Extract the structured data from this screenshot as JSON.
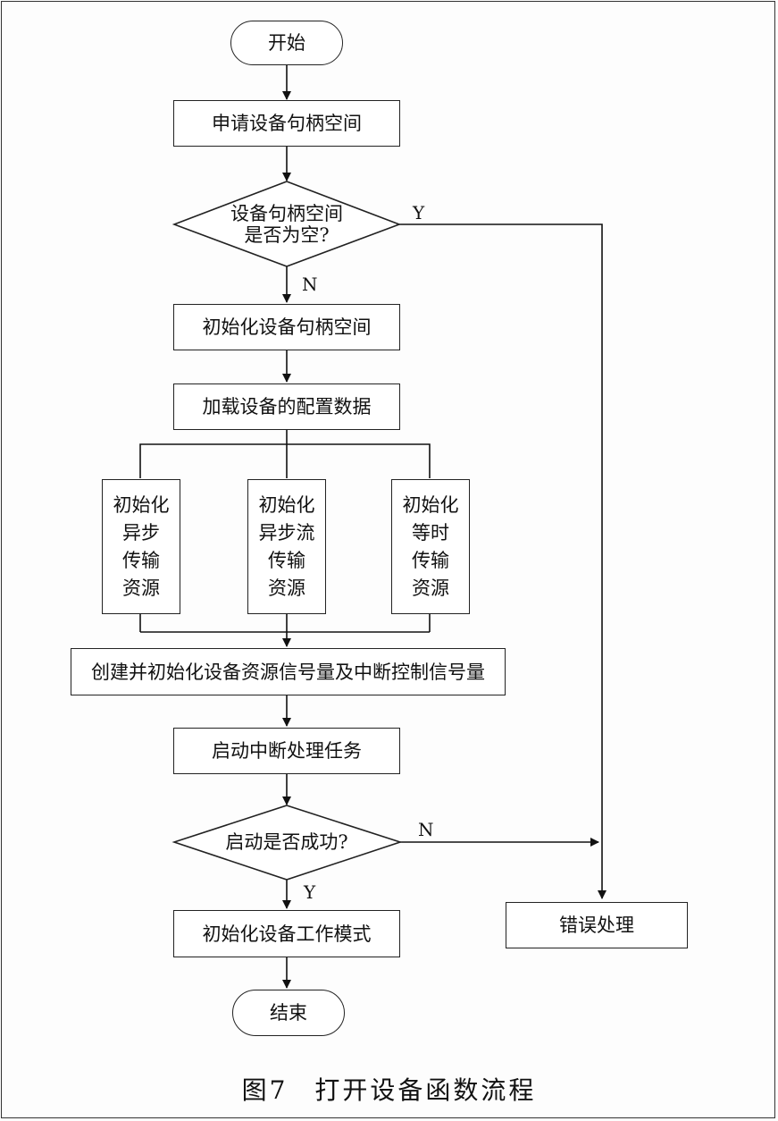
{
  "flow": {
    "start": "开始",
    "apply_handle": "申请设备句柄空间",
    "decision_handle": [
      "设备句柄空间",
      "是否为空?"
    ],
    "label_y1": "Y",
    "label_n1": "N",
    "init_handle": "初始化设备句柄空间",
    "load_config": "加载设备的配置数据",
    "branch_async": [
      "初始化",
      "异步",
      "传输",
      "资源"
    ],
    "branch_async_stream": [
      "初始化",
      "异步流",
      "传输",
      "资源"
    ],
    "branch_iso": [
      "初始化",
      "等时",
      "传输",
      "资源"
    ],
    "create_semaphores": "创建并初始化设备资源信号量及中断控制信号量",
    "start_interrupt_task": "启动中断处理任务",
    "decision_start": "启动是否成功?",
    "label_n2": "N",
    "label_y2": "Y",
    "init_work_mode": "初始化设备工作模式",
    "error_handling": "错误处理",
    "end": "结束"
  },
  "caption": {
    "figure_no": "图7",
    "title": "打开设备函数流程"
  }
}
